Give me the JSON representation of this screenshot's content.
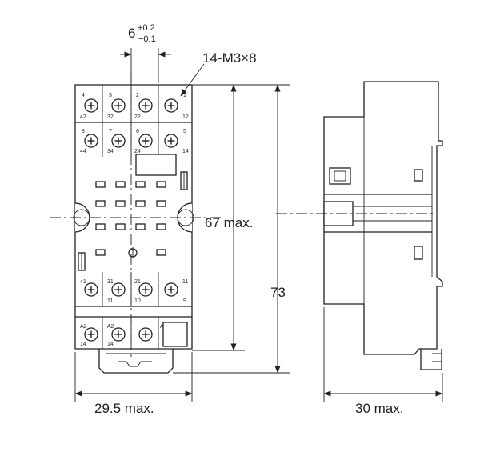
{
  "dimensions": {
    "pitch_nominal": "6",
    "pitch_tol_upper": "+0.2",
    "pitch_tol_lower": "−0.1",
    "screw_callout": "14-M3×8",
    "height_max": "67 max.",
    "height_overall": "73",
    "width_max": "29.5 max.",
    "depth_max": "30 max."
  },
  "terminals": {
    "row1_top": [
      "4",
      "3",
      "2",
      "1"
    ],
    "row1_bottom": [
      "42",
      "32",
      "22",
      "12"
    ],
    "row2_top": [
      "8",
      "7",
      "6",
      "5"
    ],
    "row2_bottom": [
      "44",
      "34",
      "24",
      "14"
    ],
    "row3_top": [
      "41",
      "31",
      "21",
      "11"
    ],
    "row3_bottom": [
      "",
      "11",
      "10",
      "9"
    ],
    "row4_top": [
      "A2",
      "A2",
      "",
      "A"
    ],
    "row4_bottom": [
      "14",
      "14",
      "",
      ""
    ]
  }
}
